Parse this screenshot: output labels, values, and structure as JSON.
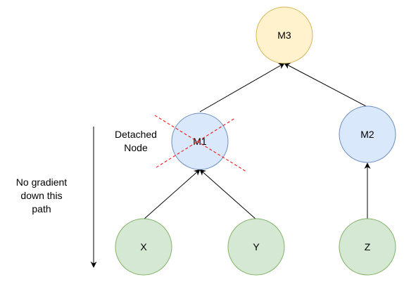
{
  "nodes": {
    "m3": {
      "label": "M3",
      "fill": "#fff2cc",
      "stroke": "#d6b656"
    },
    "m1": {
      "label": "M1",
      "fill": "#dae8fc",
      "stroke": "#6c8ebf"
    },
    "m2": {
      "label": "M2",
      "fill": "#dae8fc",
      "stroke": "#6c8ebf"
    },
    "x": {
      "label": "X",
      "fill": "#d5e8d4",
      "stroke": "#82b366"
    },
    "y": {
      "label": "Y",
      "fill": "#d5e8d4",
      "stroke": "#82b366"
    },
    "z": {
      "label": "Z",
      "fill": "#d5e8d4",
      "stroke": "#82b366"
    }
  },
  "annotations": {
    "detached": "Detached\nNode",
    "no_gradient": "No gradient\ndown this\npath"
  },
  "colors": {
    "arrow": "#000000",
    "cross": "#ff0000"
  }
}
